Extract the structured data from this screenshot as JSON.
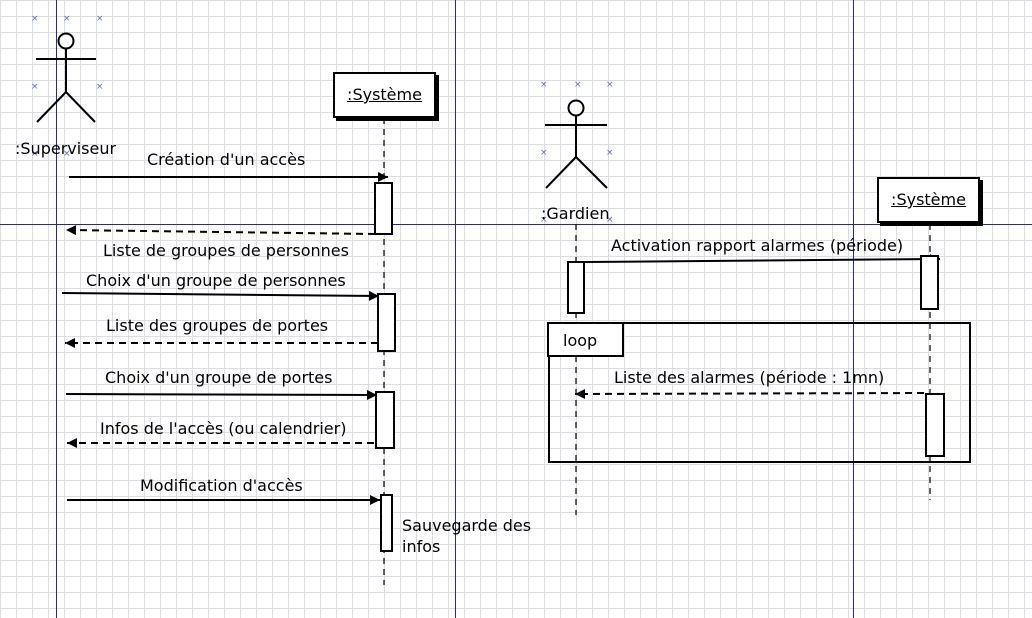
{
  "diagram1": {
    "actor": ":Superviseur",
    "object": ":Système",
    "messages": [
      {
        "label": "Création d'un accès",
        "kind": "sync"
      },
      {
        "label": "Liste de groupes de personnes",
        "kind": "return"
      },
      {
        "label": "Choix d'un groupe de personnes",
        "kind": "sync"
      },
      {
        "label": "Liste des groupes de portes",
        "kind": "return"
      },
      {
        "label": "Choix d'un groupe de portes",
        "kind": "sync"
      },
      {
        "label": "Infos de l'accès (ou calendrier)",
        "kind": "return"
      },
      {
        "label": "Modification d'accès",
        "kind": "sync"
      }
    ],
    "note": "Sauvegarde des infos",
    "note_line1": "Sauvegarde des",
    "note_line2": "infos"
  },
  "diagram2": {
    "actor": ":Gardien",
    "object": ":Système",
    "messages": [
      {
        "label": "Activation rapport alarmes (période)",
        "kind": "sync"
      },
      {
        "label": "Liste des alarmes (période : 1mn)",
        "kind": "return"
      }
    ],
    "fragment": "loop"
  }
}
